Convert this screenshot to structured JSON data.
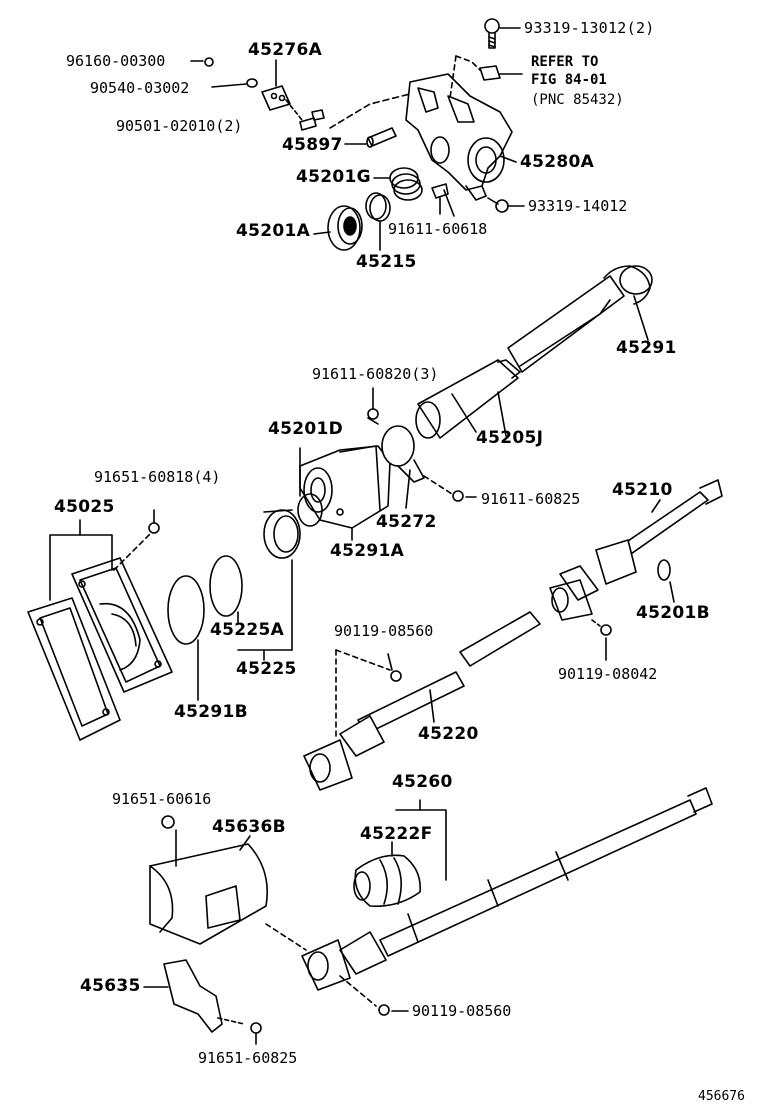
{
  "labels": {
    "p93319_13012": "93319-13012(2)",
    "refer_to": "REFER TO",
    "fig_84_01": "FIG 84-01",
    "pnc_85432": "(PNC 85432)",
    "p96160_00300": "96160-00300",
    "p45276A": "45276A",
    "p90540_03002": "90540-03002",
    "p90501_02010": "90501-02010(2)",
    "p45897": "45897",
    "p45280A": "45280A",
    "p45201G": "45201G",
    "p93319_14012": "93319-14012",
    "p45201A": "45201A",
    "p91611_60618": "91611-60618",
    "p45215": "45215",
    "p45291": "45291",
    "p91611_60820": "91611-60820(3)",
    "p45201D": "45201D",
    "p45205J": "45205J",
    "p91651_60818": "91651-60818(4)",
    "p45210": "45210",
    "p91611_60825": "91611-60825",
    "p45025": "45025",
    "p45272": "45272",
    "p45291A": "45291A",
    "p45201B": "45201B",
    "p45225A": "45225A",
    "p90119_08560_a": "90119-08560",
    "p90119_08042": "90119-08042",
    "p45225": "45225",
    "p45291B": "45291B",
    "p45220": "45220",
    "p45260": "45260",
    "p91651_60616": "91651-60616",
    "p45636B": "45636B",
    "p45222F": "45222F",
    "p45635": "45635",
    "p90119_08560_b": "90119-08560",
    "p91651_60825": "91651-60825",
    "figure_no": "456676"
  },
  "colors": {
    "ink": "#000000",
    "paper": "#ffffff",
    "shade": "#d0d0d0"
  }
}
